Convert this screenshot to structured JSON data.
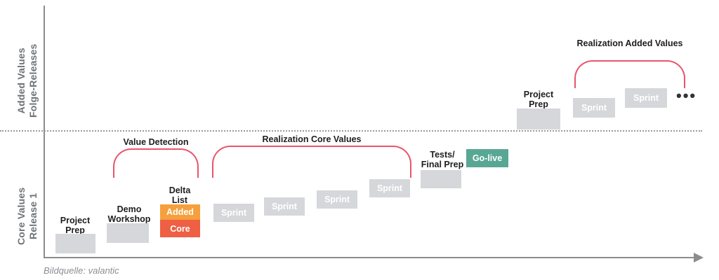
{
  "diagram": {
    "title_upper_line1": "Added Values",
    "title_upper_line2": "Folge-Releases",
    "title_lower_line1": "Core Values",
    "title_lower_line2": "Release 1",
    "source_note": "Bildquelle: valantic",
    "colors": {
      "gray_box": "#d5d7da",
      "teal_box": "#58a795",
      "orange_box": "#f5a03c",
      "red_box": "#ee5f44",
      "bracket": "#e8556b",
      "axis": "#8c8c8c",
      "axis_label_text": "#6e7277",
      "caption_text": "#1d1d1d"
    }
  },
  "upper_track": {
    "project_prep": {
      "caption": "Project\nPrep",
      "box_label": ""
    },
    "sprints": [
      {
        "label": "Sprint"
      },
      {
        "label": "Sprint"
      }
    ],
    "ellipsis": "•••",
    "bracket_label": "Realization Added Values"
  },
  "lower_track": {
    "project_prep": {
      "caption": "Project\nPrep",
      "box_label": ""
    },
    "demo_workshop": {
      "caption": "Demo\nWorkshop",
      "box_label": ""
    },
    "delta_list": {
      "caption": "Delta\nList",
      "added_label": "Added",
      "core_label": "Core"
    },
    "sprints": [
      {
        "label": "Sprint"
      },
      {
        "label": "Sprint"
      },
      {
        "label": "Sprint"
      },
      {
        "label": "Sprint"
      }
    ],
    "tests_final_prep": {
      "caption": "Tests/\nFinal Prep",
      "box_label": ""
    },
    "go_live": {
      "label": "Go-live"
    },
    "bracket_value_detection": "Value Detection",
    "bracket_realization_core": "Realization Core Values"
  }
}
